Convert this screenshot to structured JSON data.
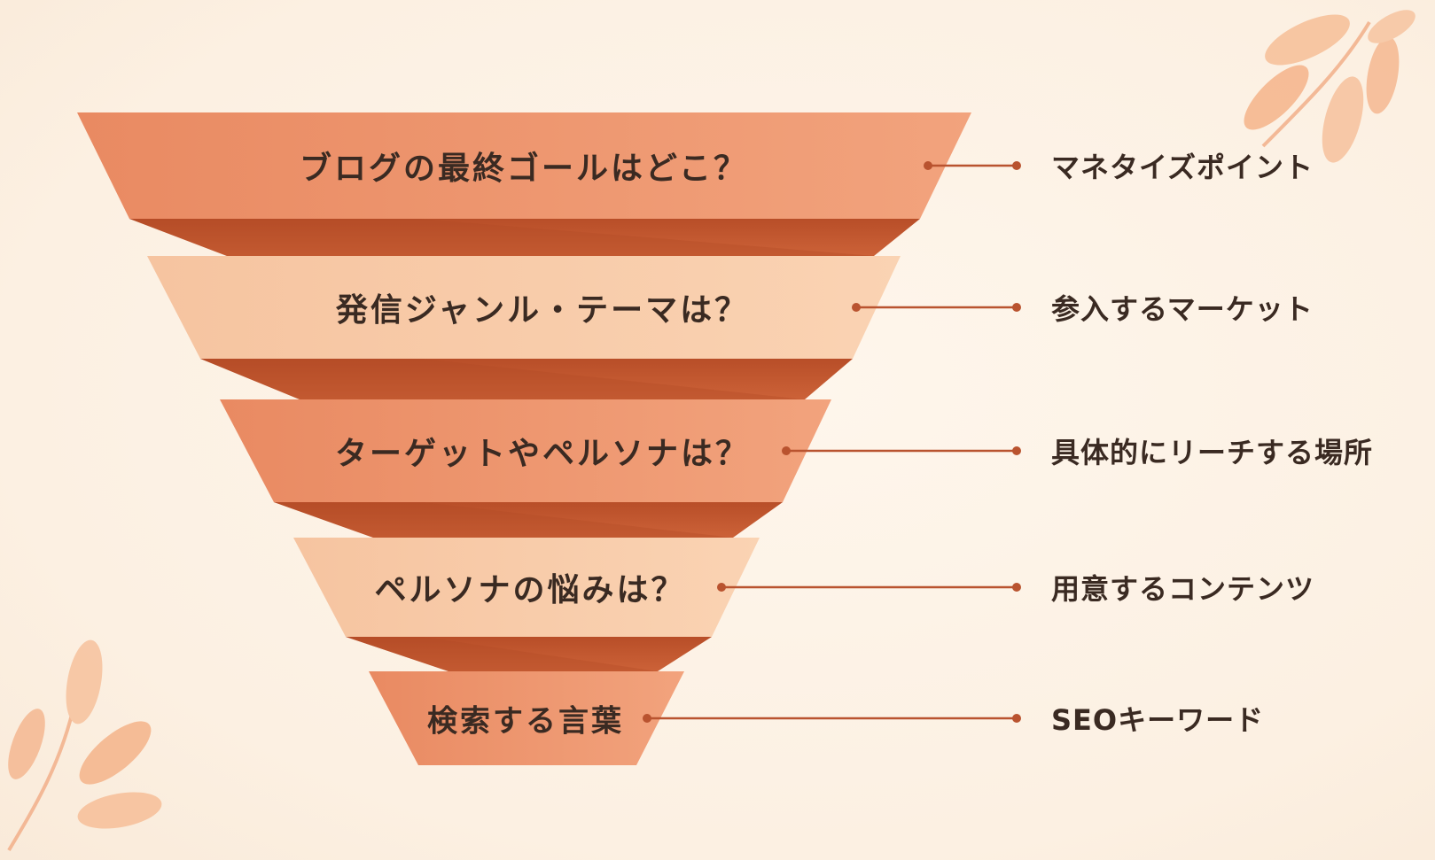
{
  "diagram": {
    "type": "funnel",
    "levels": [
      {
        "question": "ブログの最終ゴールはどこ？",
        "answer": "マネタイズポイント",
        "tone": "dark"
      },
      {
        "question": "発信ジャンル・テーマは？",
        "answer": "参入するマーケット",
        "tone": "light"
      },
      {
        "question": "ターゲットやペルソナは？",
        "answer": "具体的にリーチする場所",
        "tone": "dark"
      },
      {
        "question": "ペルソナの悩みは？",
        "answer": "用意するコンテンツ",
        "tone": "light"
      },
      {
        "question": "検索する言葉",
        "answer": "SEOキーワード",
        "tone": "dark"
      }
    ]
  },
  "colors": {
    "background": "#fdf3e7",
    "band_dark": "#ee9d76",
    "band_dark_alt": "#e98a60",
    "band_light": "#f8c9a5",
    "connector": "#c4572f",
    "line": "#b9532f",
    "leaf": "#f5b58c",
    "text": "#3a2a22"
  },
  "icons": {
    "decoration_top_right": "leaf-branch-icon",
    "decoration_bottom_left": "leaf-branch-icon"
  }
}
